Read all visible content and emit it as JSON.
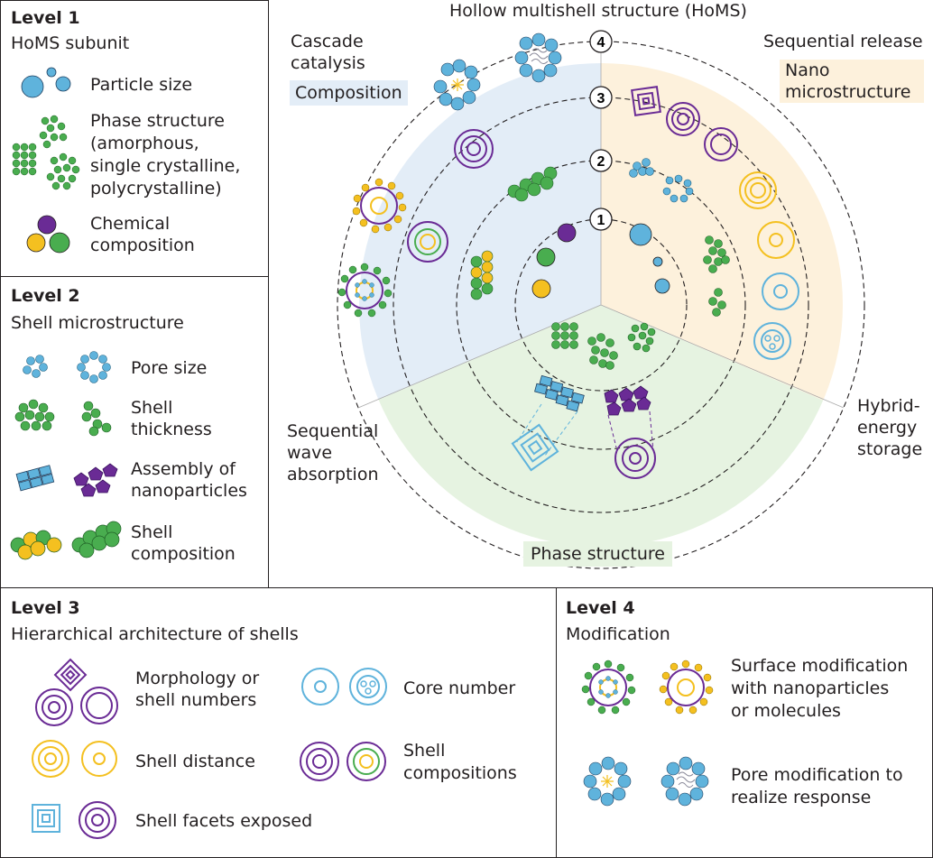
{
  "title": "Hollow multishell structure (HoMS)",
  "colors": {
    "blue": "#5fb3dc",
    "green": "#49ad4f",
    "yellow": "#f4c020",
    "purple": "#6a2b95",
    "light_blue": "#e3edf7",
    "light_orange": "#fdf1dc",
    "light_green": "#e6f3e1"
  },
  "level1": {
    "heading": "Level 1",
    "subtitle": "HoMS subunit",
    "items": [
      "Particle size",
      "Phase structure",
      "(amorphous,",
      "single crystalline,",
      "polycrystalline)",
      "Chemical",
      "composition"
    ]
  },
  "level2": {
    "heading": "Level 2",
    "subtitle": "Shell microstructure",
    "items": [
      "Pore size",
      "Shell",
      "thickness",
      "Assembly of",
      "nanoparticles",
      "Shell",
      "composition"
    ]
  },
  "level3": {
    "heading": "Level 3",
    "subtitle": "Hierarchical architecture of shells",
    "items": [
      "Morphology or",
      "shell numbers",
      "Shell distance",
      "Shell facets exposed",
      "Core number",
      "Shell",
      "compositions"
    ]
  },
  "level4": {
    "heading": "Level 4",
    "subtitle": "Modification",
    "items": [
      "Surface modification",
      "with nanoparticles",
      "or molecules",
      "Pore modification to",
      "realize response"
    ]
  },
  "diagram": {
    "applications": {
      "cascade": [
        "Cascade",
        "catalysis"
      ],
      "sequential_release": "Sequential release",
      "hybrid": [
        "Hybrid-",
        "energy",
        "storage"
      ],
      "wave": [
        "Sequential",
        "wave",
        "absorption"
      ]
    },
    "sectors": {
      "composition": "Composition",
      "nano": [
        "Nano",
        "microstructure"
      ],
      "phase": "Phase structure"
    },
    "ring_numbers": [
      "1",
      "2",
      "3",
      "4"
    ]
  }
}
